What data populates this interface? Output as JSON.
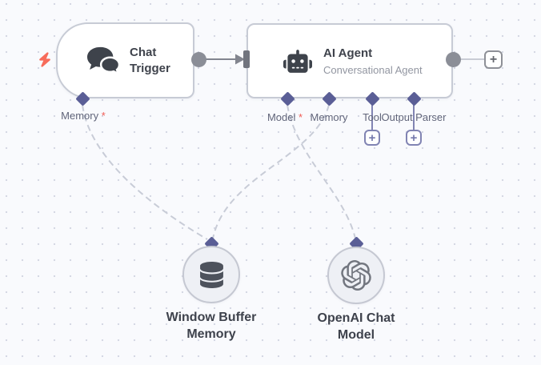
{
  "app": {
    "name": "workflow-editor-canvas"
  },
  "colors": {
    "canvas_background": "#f9fafd",
    "canvas_dots": "#d5d8e4",
    "node_border": "#c7cbd5",
    "connector_diamond": "#5a5e96",
    "dashed_connection": "#c8ccd7",
    "solid_connection": "#82858f",
    "plus_button_purple": "#8184b3",
    "plus_button_gray": "#8e9097",
    "required_asterisk": "#f05c55",
    "trigger_bolt": "#f76c5b",
    "icon_dark": "#3e434b"
  },
  "nodes": {
    "chat_trigger": {
      "title": "Chat Trigger",
      "icon": "chat-bubbles-icon"
    },
    "ai_agent": {
      "title": "AI Agent",
      "subtitle": "Conversational Agent",
      "icon": "robot-icon"
    },
    "window_buffer_memory": {
      "label": "Window Buffer Memory",
      "icon": "database-icon"
    },
    "openai_chat_model": {
      "label": "OpenAI Chat Model",
      "icon": "openai-icon"
    }
  },
  "ports": {
    "chat_trigger_memory": {
      "label": "Memory",
      "required": "*"
    },
    "agent_model": {
      "label": "Model",
      "required": "*"
    },
    "agent_memory": {
      "label": "Memory"
    },
    "agent_tool": {
      "label": "Tool"
    },
    "agent_output_parser": {
      "label": "Output Parser"
    }
  },
  "buttons": {
    "add_next_node": "+",
    "add_tool": "+",
    "add_output_parser": "+"
  }
}
